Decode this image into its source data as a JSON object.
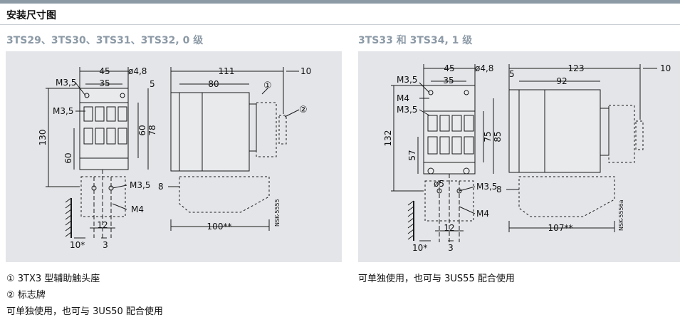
{
  "page": {
    "title": "安装尺寸图",
    "left_panel_title": "3TS29、3TS30、3TS31、3TS32, 0 级",
    "right_panel_title": "3TS33 和 3TS34, 1 级",
    "left_notes": [
      "① 3TX3 型辅助触头座",
      "② 标志牌",
      "可单独使用，也可与 3US50 配合使用"
    ],
    "right_notes": [
      "可单独使用，也可与 3US55 配合使用"
    ]
  },
  "left_drawing": {
    "dims": {
      "d45": "45",
      "d35": "35",
      "d48": "ø4,8",
      "d111": "111",
      "d80": "80",
      "d10": "10",
      "d5": "5",
      "m35a": "M3,5",
      "m35b": "M3,5",
      "m35c": "M3,5",
      "m4": "M4",
      "d130": "130",
      "d60a": "60",
      "d60b": "60",
      "d78": "78",
      "d12": "12",
      "d3": "3",
      "d10s": "10*",
      "d8": "8",
      "d100": "100**",
      "c1": "①",
      "c2": "②",
      "code": "NSK-5555"
    }
  },
  "right_drawing": {
    "dims": {
      "d45": "45",
      "d35": "35",
      "d48": "ø4,8",
      "d123": "123",
      "d92": "92",
      "d10": "10",
      "d5": "5",
      "m35a": "M3,5",
      "m4a": "M4",
      "m35b": "M3,5",
      "m35c": "M3,5",
      "m4b": "M4",
      "d132": "132",
      "d57": "57",
      "d75": "75",
      "d85": "85",
      "d5b": "ø5",
      "d12": "12",
      "d3": "3",
      "d10s": "10*",
      "d8": "8",
      "d107": "107**",
      "code": "NSK-5556a"
    }
  },
  "colors": {
    "accent": "#8c9aa6",
    "panel_bg": "#e3e5e8",
    "line": "#1a1a1a"
  }
}
